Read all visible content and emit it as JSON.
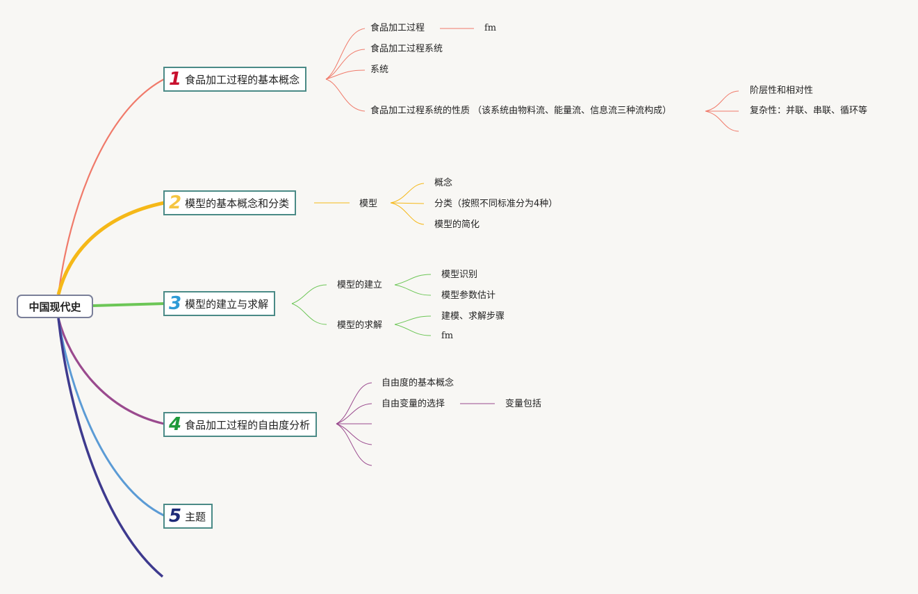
{
  "root": {
    "label": "中国现代史"
  },
  "topics": [
    {
      "number": "1",
      "number_color": "#c8102e",
      "label": "食品加工过程的基本概念",
      "branch_color": "#f07a6a",
      "children": [
        {
          "label": "食品加工过程",
          "extra": "fm"
        },
        {
          "label": "食品加工过程系统"
        },
        {
          "label": "系统"
        },
        {
          "label": "食品加工过程系统的性质 （该系统由物料流、能量流、信息流三种流构成）",
          "children": [
            "阶层性和相对性",
            "复杂性：并联、串联、循环等"
          ]
        }
      ]
    },
    {
      "number": "2",
      "number_color": "#f5c542",
      "label": "模型的基本概念和分类",
      "branch_color": "#f5b818",
      "children": [
        {
          "label": "模型",
          "children": [
            "概念",
            "分类（按照不同标准分为4种）",
            "模型的简化"
          ]
        }
      ]
    },
    {
      "number": "3",
      "number_color": "#2e9bd6",
      "label": "模型的建立与求解",
      "branch_color": "#6cc656",
      "children": [
        {
          "label": "模型的建立",
          "children": [
            "模型识别",
            "模型参数估计"
          ]
        },
        {
          "label": "模型的求解",
          "children": [
            "建模、求解步骤",
            "fm"
          ]
        }
      ]
    },
    {
      "number": "4",
      "number_color": "#1e9a3a",
      "label": "食品加工过程的自由度分析",
      "branch_color": "#9a4a8e",
      "children": [
        {
          "label": "自由度的基本概念"
        },
        {
          "label": "自由变量的选择",
          "extra": "变量包括"
        }
      ]
    },
    {
      "number": "5",
      "number_color": "#1d2a78",
      "label": "主题",
      "branch_color": "#5b9bd5"
    }
  ],
  "extra_branch_color": "#3e3a8e"
}
